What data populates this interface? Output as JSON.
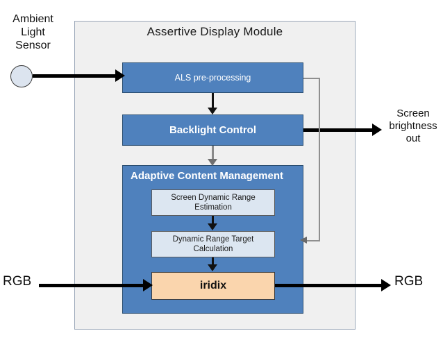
{
  "diagram": {
    "title": "Assertive Display Module",
    "external_labels": {
      "sensor": "Ambient\nLight\nSensor",
      "sensor_line1": "Ambient",
      "sensor_line2": "Light",
      "sensor_line3": "Sensor",
      "brightness_out": "Screen\nbrightness\nout",
      "brightness_line1": "Screen",
      "brightness_line2": "brightness",
      "brightness_line3": "out",
      "rgb_in": "RGB",
      "rgb_out": "RGB"
    },
    "blocks": [
      {
        "id": "als",
        "label": "ALS pre-processing",
        "style": "blue"
      },
      {
        "id": "backlight",
        "label": "Backlight Control",
        "style": "blue-bold"
      },
      {
        "id": "acm",
        "label": "Adaptive Content Management",
        "style": "blue-container"
      },
      {
        "id": "sdre",
        "label": "Screen Dynamic Range Estimation",
        "style": "light"
      },
      {
        "id": "drtc",
        "label": "Dynamic Range Target Calculation",
        "style": "light"
      },
      {
        "id": "iridix",
        "label": "iridix",
        "style": "peach"
      }
    ],
    "colors": {
      "module_background": "#f0f0f0",
      "module_border": "#9aa7b8",
      "block_blue": "#4f81bd",
      "block_blue_border": "#2a4d70",
      "block_light": "#dce6f1",
      "block_peach": "#fad5ad",
      "sensor_fill": "#dce4ef",
      "connector_black": "#000000",
      "connector_gray": "#8f8f8f",
      "page_background": "#ffffff"
    },
    "connections": [
      {
        "from": "ambient-light-sensor",
        "to": "als",
        "style": "thick-black"
      },
      {
        "from": "als",
        "to": "backlight",
        "style": "dark-vertical"
      },
      {
        "from": "backlight",
        "to": "screen-brightness-out",
        "style": "thick-black"
      },
      {
        "from": "backlight",
        "to": "acm",
        "style": "gray-vertical"
      },
      {
        "from": "sdre",
        "to": "drtc",
        "style": "dark-vertical"
      },
      {
        "from": "drtc",
        "to": "iridix",
        "style": "dark-vertical"
      },
      {
        "from": "rgb-in",
        "to": "iridix",
        "style": "thick-black"
      },
      {
        "from": "iridix",
        "to": "rgb-out",
        "style": "thick-black"
      },
      {
        "from": "als",
        "to": "acm",
        "style": "thin-gray-feedback"
      }
    ]
  }
}
